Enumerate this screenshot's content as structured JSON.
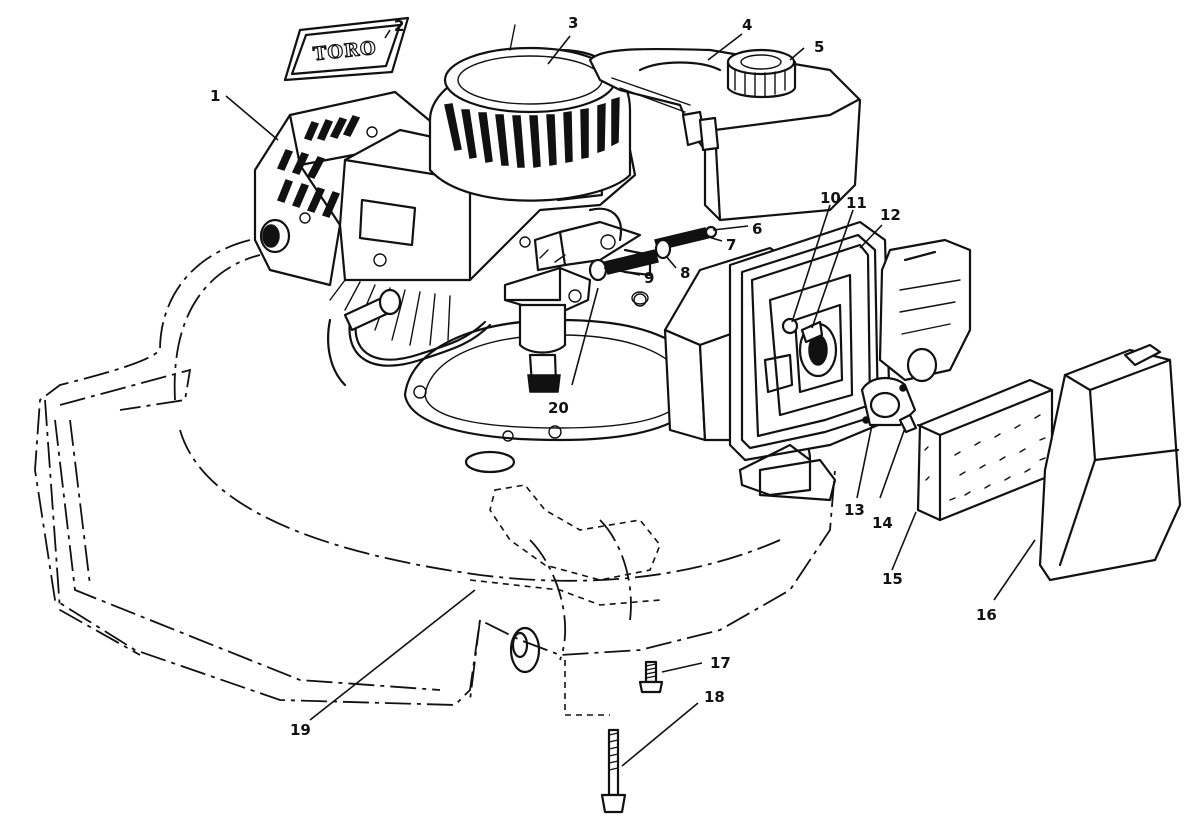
{
  "decal": {
    "text": "TORO"
  },
  "callouts": [
    {
      "id": "1",
      "label": "1"
    },
    {
      "id": "2",
      "label": "2"
    },
    {
      "id": "3",
      "label": "3"
    },
    {
      "id": "4",
      "label": "4"
    },
    {
      "id": "5",
      "label": "5"
    },
    {
      "id": "6",
      "label": "6"
    },
    {
      "id": "7",
      "label": "7"
    },
    {
      "id": "8",
      "label": "8"
    },
    {
      "id": "9",
      "label": "9"
    },
    {
      "id": "10",
      "label": "10"
    },
    {
      "id": "11",
      "label": "11"
    },
    {
      "id": "12",
      "label": "12"
    },
    {
      "id": "13",
      "label": "13"
    },
    {
      "id": "14",
      "label": "14"
    },
    {
      "id": "15",
      "label": "15"
    },
    {
      "id": "16",
      "label": "16"
    },
    {
      "id": "17",
      "label": "17"
    },
    {
      "id": "18",
      "label": "18"
    },
    {
      "id": "19",
      "label": "19"
    },
    {
      "id": "20",
      "label": "20"
    }
  ]
}
